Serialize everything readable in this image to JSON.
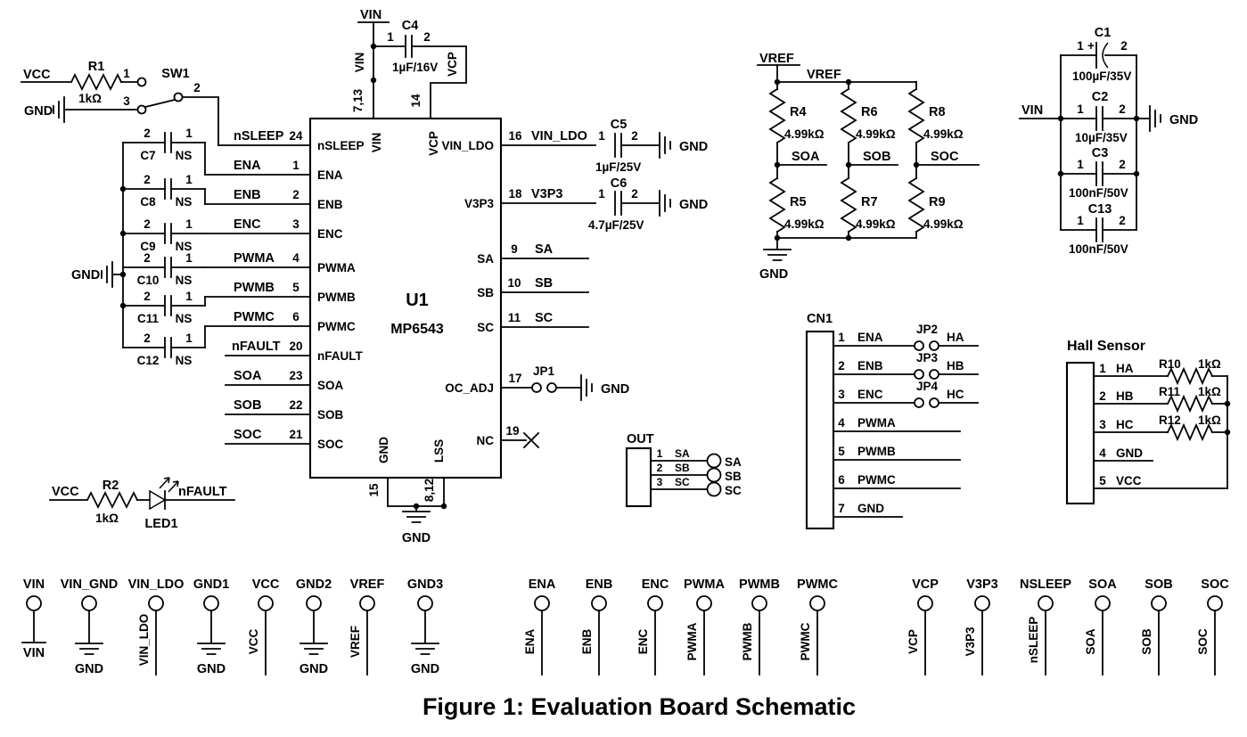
{
  "caption": "Figure 1: Evaluation Board Schematic",
  "colors": {
    "ink": "#000000",
    "paper": "#ffffff"
  },
  "power_switch": {
    "vcc": "VCC",
    "gnd": "GND",
    "r_ref": "R1",
    "r_val": "1kΩ",
    "sw_ref": "SW1",
    "p1": "1",
    "p2": "2",
    "p3": "3"
  },
  "input_caps": {
    "gnd": "GND",
    "p1": "1",
    "p2": "2",
    "items": [
      {
        "ref": "C7",
        "val": "NS"
      },
      {
        "ref": "C8",
        "val": "NS"
      },
      {
        "ref": "C9",
        "val": "NS"
      },
      {
        "ref": "C10",
        "val": "NS"
      },
      {
        "ref": "C11",
        "val": "NS"
      },
      {
        "ref": "C12",
        "val": "NS"
      }
    ]
  },
  "c4": {
    "ref": "C4",
    "val": "1µF/16V",
    "p1": "1",
    "p2": "2",
    "vcp": "VCP"
  },
  "c5": {
    "ref": "C5",
    "val": "1µF/25V",
    "p1": "1",
    "p2": "2",
    "gnd": "GND"
  },
  "c6": {
    "ref": "C6",
    "val": "4.7µF/25V",
    "p1": "1",
    "p2": "2",
    "gnd": "GND"
  },
  "jp1": {
    "ref": "JP1",
    "gnd": "GND"
  },
  "ic": {
    "ref": "U1",
    "part": "MP6543",
    "gnd": "GND",
    "left": [
      {
        "num": "24",
        "name": "nSLEEP"
      },
      {
        "num": "1",
        "name": "ENA"
      },
      {
        "num": "2",
        "name": "ENB"
      },
      {
        "num": "3",
        "name": "ENC"
      },
      {
        "num": "4",
        "name": "PWMA"
      },
      {
        "num": "5",
        "name": "PWMB"
      },
      {
        "num": "6",
        "name": "PWMC"
      },
      {
        "num": "20",
        "name": "nFAULT"
      },
      {
        "num": "23",
        "name": "SOA"
      },
      {
        "num": "22",
        "name": "SOB"
      },
      {
        "num": "21",
        "name": "SOC"
      }
    ],
    "top": [
      {
        "num": "7,13",
        "name": "VIN",
        "net": "VIN"
      },
      {
        "num": "14",
        "name": "VCP"
      }
    ],
    "right": [
      {
        "num": "16",
        "name": "VIN_LDO"
      },
      {
        "num": "18",
        "name": "V3P3"
      },
      {
        "num": "9",
        "name": "SA"
      },
      {
        "num": "10",
        "name": "SB"
      },
      {
        "num": "11",
        "name": "SC"
      },
      {
        "num": "17",
        "name": "OC_ADJ"
      },
      {
        "num": "19",
        "name": "NC"
      }
    ],
    "bottom": [
      {
        "num": "15",
        "name": "GND"
      },
      {
        "num": "8,12",
        "name": "LSS"
      }
    ]
  },
  "divider": {
    "vref": "VREF",
    "vref2": "VREF",
    "gnd": "GND",
    "cols": [
      {
        "top_ref": "R4",
        "top_val": "4.99kΩ",
        "tap": "SOA",
        "bot_ref": "R5",
        "bot_val": "4.99kΩ"
      },
      {
        "top_ref": "R6",
        "top_val": "4.99kΩ",
        "tap": "SOB",
        "bot_ref": "R7",
        "bot_val": "4.99kΩ"
      },
      {
        "top_ref": "R8",
        "top_val": "4.99kΩ",
        "tap": "SOC",
        "bot_ref": "R9",
        "bot_val": "4.99kΩ"
      }
    ]
  },
  "bulk_caps": {
    "vin": "VIN",
    "gnd": "GND",
    "plus": "+",
    "p1": "1",
    "p2": "2",
    "items": [
      {
        "ref": "C1",
        "val": "100µF/35V"
      },
      {
        "ref": "C2",
        "val": "10µF/35V"
      },
      {
        "ref": "C3",
        "val": "100nF/50V"
      },
      {
        "ref": "C13",
        "val": "100nF/50V"
      }
    ]
  },
  "cn1": {
    "ref": "CN1",
    "pins": [
      {
        "num": "1",
        "name": "ENA",
        "jp": "JP2",
        "out": "HA"
      },
      {
        "num": "2",
        "name": "ENB",
        "jp": "JP3",
        "out": "HB"
      },
      {
        "num": "3",
        "name": "ENC",
        "jp": "JP4",
        "out": "HC"
      },
      {
        "num": "4",
        "name": "PWMA"
      },
      {
        "num": "5",
        "name": "PWMB"
      },
      {
        "num": "6",
        "name": "PWMC"
      },
      {
        "num": "7",
        "name": "GND"
      }
    ]
  },
  "out_conn": {
    "ref": "OUT",
    "pins": [
      {
        "num": "1",
        "name": "SA",
        "pad": "SA"
      },
      {
        "num": "2",
        "name": "SB",
        "pad": "SB"
      },
      {
        "num": "3",
        "name": "SC",
        "pad": "SC"
      }
    ]
  },
  "hall": {
    "title": "Hall Sensor",
    "pins": [
      {
        "num": "1",
        "name": "HA",
        "r_ref": "R10",
        "r_val": "1kΩ"
      },
      {
        "num": "2",
        "name": "HB",
        "r_ref": "R11",
        "r_val": "1kΩ"
      },
      {
        "num": "3",
        "name": "HC",
        "r_ref": "R12",
        "r_val": "1kΩ"
      },
      {
        "num": "4",
        "name": "GND"
      },
      {
        "num": "5",
        "name": "VCC"
      }
    ]
  },
  "led": {
    "vcc": "VCC",
    "r_ref": "R2",
    "r_val": "1kΩ",
    "ref": "LED1",
    "net": "nFAULT"
  },
  "testpoints": {
    "gnd_label": "GND",
    "group1": [
      {
        "label": "VIN",
        "sub": "VIN",
        "kind": "net"
      },
      {
        "label": "VIN_GND",
        "kind": "gnd"
      },
      {
        "label": "VIN_LDO",
        "sub": "VIN_LDO",
        "kind": "vert"
      },
      {
        "label": "GND1",
        "kind": "gnd"
      },
      {
        "label": "VCC",
        "sub": "VCC",
        "kind": "vert"
      },
      {
        "label": "GND2",
        "kind": "gnd"
      },
      {
        "label": "VREF",
        "sub": "VREF",
        "kind": "vert"
      },
      {
        "label": "GND3",
        "kind": "gnd"
      }
    ],
    "group2": [
      {
        "label": "ENA",
        "sub": "ENA"
      },
      {
        "label": "ENB",
        "sub": "ENB"
      },
      {
        "label": "ENC",
        "sub": "ENC"
      },
      {
        "label": "PWMA",
        "sub": "PWMA"
      },
      {
        "label": "PWMB",
        "sub": "PWMB"
      },
      {
        "label": "PWMC",
        "sub": "PWMC"
      }
    ],
    "group3": [
      {
        "label": "VCP",
        "sub": "VCP"
      },
      {
        "label": "V3P3",
        "sub": "V3P3"
      },
      {
        "label": "NSLEEP",
        "sub": "nSLEEP"
      },
      {
        "label": "SOA",
        "sub": "SOA"
      },
      {
        "label": "SOB",
        "sub": "SOB"
      },
      {
        "label": "SOC",
        "sub": "SOC"
      }
    ]
  }
}
